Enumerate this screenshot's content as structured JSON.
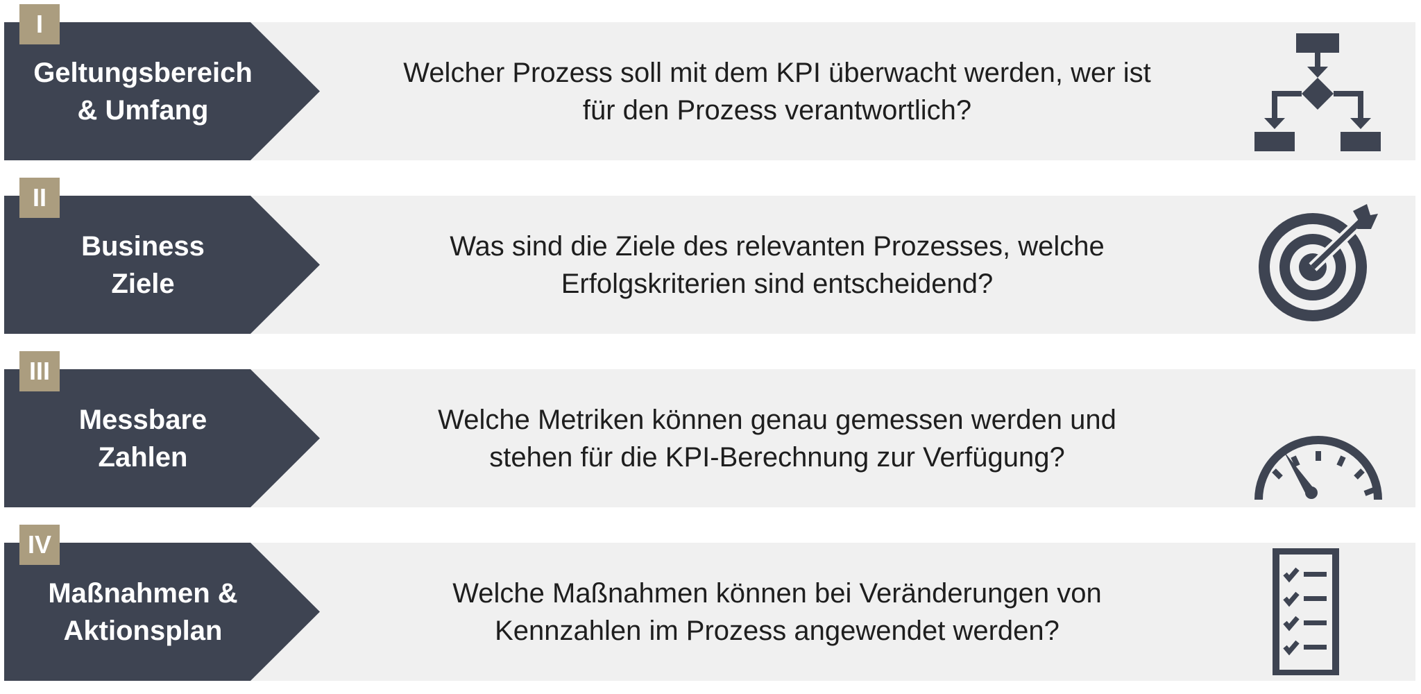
{
  "rows": [
    {
      "numeral": "I",
      "label": "Geltungsbereich\n& Umfang",
      "question": "Welcher Prozess soll mit dem KPI überwacht werden, wer ist\nfür den Prozess verantwortlich?",
      "icon": "flowchart-icon"
    },
    {
      "numeral": "II",
      "label": "Business\nZiele",
      "question": "Was sind die Ziele des relevanten Prozesses, welche\nErfolgskriterien sind entscheidend?",
      "icon": "target-icon"
    },
    {
      "numeral": "III",
      "label": "Messbare\nZahlen",
      "question": "Welche Metriken können genau gemessen werden und\nstehen für die KPI-Berechnung zur Verfügung?",
      "icon": "speedometer-icon"
    },
    {
      "numeral": "IV",
      "label": "Maßnahmen &\nAktionsplan",
      "question": "Welche Maßnahmen können bei Veränderungen von\nKennzahlen im Prozess angewendet werden?",
      "icon": "checklist-icon"
    }
  ],
  "colors": {
    "arrow": "#3e4452",
    "numeral_badge": "#ab9d7f",
    "band": "#f0f0f0",
    "icon": "#3e4452"
  }
}
